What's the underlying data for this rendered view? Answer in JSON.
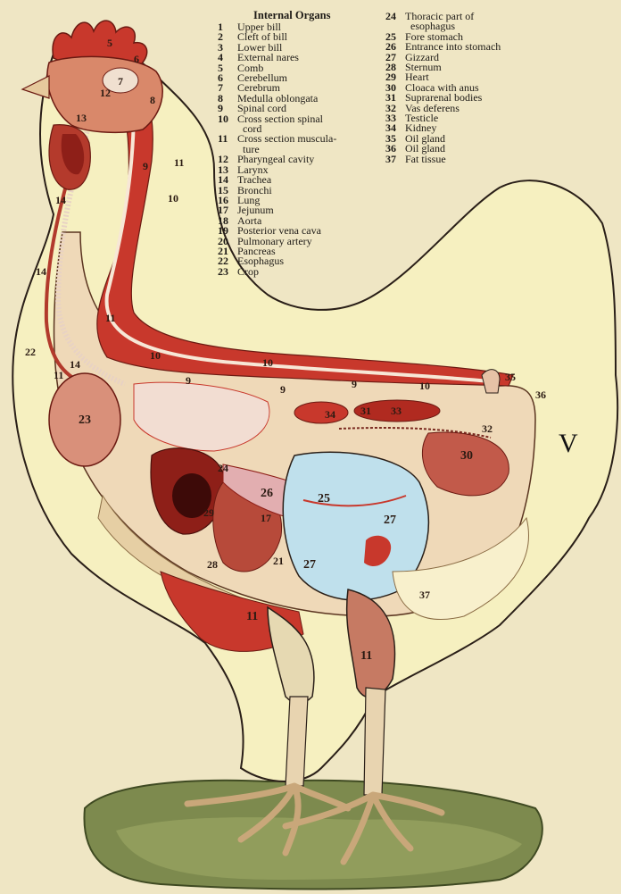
{
  "legend": {
    "title": "Internal Organs",
    "column1": [
      {
        "num": "1",
        "label": "Upper bill"
      },
      {
        "num": "2",
        "label": "Cleft of bill"
      },
      {
        "num": "3",
        "label": "Lower bill"
      },
      {
        "num": "4",
        "label": "External nares"
      },
      {
        "num": "5",
        "label": "Comb"
      },
      {
        "num": "6",
        "label": "Cerebellum"
      },
      {
        "num": "7",
        "label": "Cerebrum"
      },
      {
        "num": "8",
        "label": "Medulla oblongata"
      },
      {
        "num": "9",
        "label": "Spinal cord"
      },
      {
        "num": "10",
        "label": "Cross section spinal"
      },
      {
        "num": "",
        "label": "  cord"
      },
      {
        "num": "11",
        "label": "Cross section muscula-"
      },
      {
        "num": "",
        "label": "  ture"
      },
      {
        "num": "12",
        "label": "Pharyngeal cavity"
      },
      {
        "num": "13",
        "label": "Larynx"
      },
      {
        "num": "14",
        "label": "Trachea"
      },
      {
        "num": "15",
        "label": "Bronchi"
      },
      {
        "num": "16",
        "label": "Lung"
      },
      {
        "num": "17",
        "label": "Jejunum"
      },
      {
        "num": "18",
        "label": "Aorta"
      },
      {
        "num": "19",
        "label": "Posterior vena cava"
      },
      {
        "num": "20",
        "label": "Pulmonary artery"
      },
      {
        "num": "21",
        "label": "Pancreas"
      },
      {
        "num": "22",
        "label": "Esophagus"
      },
      {
        "num": "23",
        "label": "Crop"
      }
    ],
    "column2": [
      {
        "num": "24",
        "label": "Thoracic part of"
      },
      {
        "num": "",
        "label": "  esophagus"
      },
      {
        "num": "25",
        "label": "Fore stomach"
      },
      {
        "num": "26",
        "label": "Entrance into stomach"
      },
      {
        "num": "27",
        "label": "Gizzard"
      },
      {
        "num": "28",
        "label": "Sternum"
      },
      {
        "num": "29",
        "label": "Heart"
      },
      {
        "num": "30",
        "label": "Cloaca with anus"
      },
      {
        "num": "31",
        "label": "Suprarenal bodies"
      },
      {
        "num": "32",
        "label": "Vas deferens"
      },
      {
        "num": "33",
        "label": "Testicle"
      },
      {
        "num": "34",
        "label": "Kidney"
      },
      {
        "num": "35",
        "label": "Oil gland"
      },
      {
        "num": "36",
        "label": "Oil gland"
      },
      {
        "num": "37",
        "label": "Fat tissue"
      }
    ]
  },
  "plate_mark": "V",
  "callouts": {
    "c5": "5",
    "c6": "6",
    "c7": "7",
    "c8": "8",
    "c12": "12",
    "c13": "13",
    "c9a": "9",
    "c11a": "11",
    "c14a": "14",
    "c10a": "10",
    "c14b": "14",
    "c11b": "11",
    "c22": "22",
    "c11c": "11",
    "c14c": "14",
    "c10b": "10",
    "c10c": "10",
    "c9b": "9",
    "c9c": "9",
    "c9d": "9",
    "c10d": "10",
    "c35": "35",
    "c36": "36",
    "c23": "23",
    "c34": "34",
    "c31": "31",
    "c33": "33",
    "c32": "32",
    "c30": "30",
    "c24": "24",
    "c26": "26",
    "c25": "25",
    "c27a": "27",
    "c27b": "27",
    "c29": "29",
    "c17": "17",
    "c21": "21",
    "c28": "28",
    "c37": "37",
    "c11d": "11",
    "c11e": "11"
  },
  "colors": {
    "paper": "#efe6c4",
    "body_fill": "#f6f0c0",
    "muscle_red": "#c8382c",
    "dark_red": "#8e1f18",
    "pink": "#e7b9a8",
    "gizzard_blue": "#bfe0ec",
    "grass": "#7d8a4e",
    "outline": "#2a1f18"
  }
}
